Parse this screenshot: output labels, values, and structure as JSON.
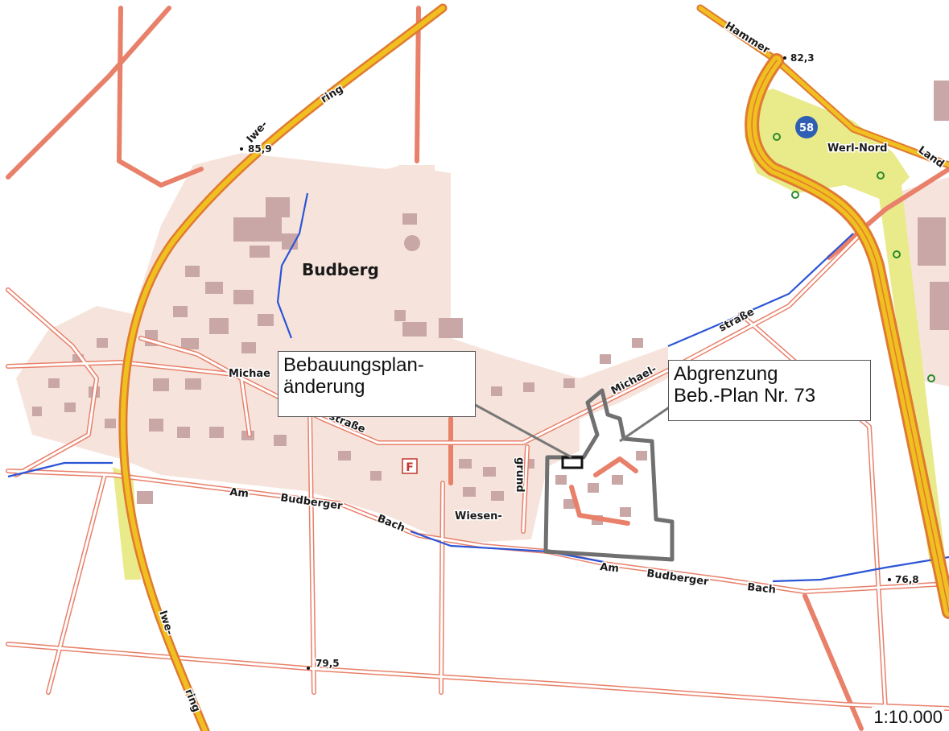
{
  "colors": {
    "settlement": "#f6e4dc",
    "building": "#c9a7a7",
    "highway": "#f0c020",
    "highway_edge": "#e07a30",
    "road": "#e8806a",
    "water": "#2c55d6",
    "boundary": "#707070",
    "junction_badge": "#2f5fb3",
    "junction_green": "#e9ea8a"
  },
  "place": {
    "name": "Budberg"
  },
  "roads": {
    "iwe_top_a": "Iwe-",
    "iwe_top_b": "ring",
    "iwe_bottom_a": "Iwe-",
    "iwe_bottom_b": "ring",
    "hammer": "Hammer",
    "lan": "Land",
    "michael_west_a": "Michae",
    "michael_west_b": "straße",
    "michael_east_a": "Michael-",
    "michael_east_b": "straße",
    "wiesen_a": "Wiesen-",
    "wiesen_b": "grund",
    "bach_west_1": "Am",
    "bach_west_2": "Budberger",
    "bach_west_3": "Bach",
    "bach_east_1": "Am",
    "bach_east_2": "Budberger",
    "bach_east_3": "Bach"
  },
  "elevations": {
    "e1": "82,3",
    "e2": "85,9",
    "e3": "76,8",
    "e4": "79,5"
  },
  "junction": {
    "number": "58",
    "name": "Werl-Nord"
  },
  "fire_station": {
    "letter": "F"
  },
  "callouts": {
    "plan_change": {
      "line1": "Bebauungsplan-",
      "line2": "änderung"
    },
    "boundary": {
      "line1": "Abgrenzung",
      "line2": "Beb.-Plan Nr. 73"
    }
  },
  "scale": "1:10.000"
}
